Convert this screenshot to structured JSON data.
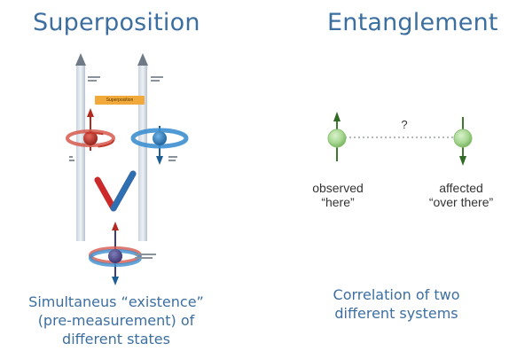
{
  "superposition": {
    "title": "Superposition",
    "tag_label": "Superposition",
    "caption_lines": [
      "Simultaneus “existence”",
      "(pre-measurement) of",
      "different states"
    ]
  },
  "entanglement": {
    "title": "Entanglement",
    "question_mark": "?",
    "observed_lines": [
      "observed",
      "“here”"
    ],
    "affected_lines": [
      "affected",
      "“over there”"
    ],
    "caption_lines": [
      "Correlation of two",
      "different systems"
    ]
  },
  "colors": {
    "title_blue": "#3c6fa0",
    "particle_green": "#9fd08a",
    "spin_red": "#c0392b",
    "spin_blue": "#2e7fc1",
    "axis_gray": "#aab3bd",
    "tag_orange": "#f0a93a",
    "checkmark_red": "#cc2a2a",
    "checkmark_blue": "#2d6fb0"
  }
}
